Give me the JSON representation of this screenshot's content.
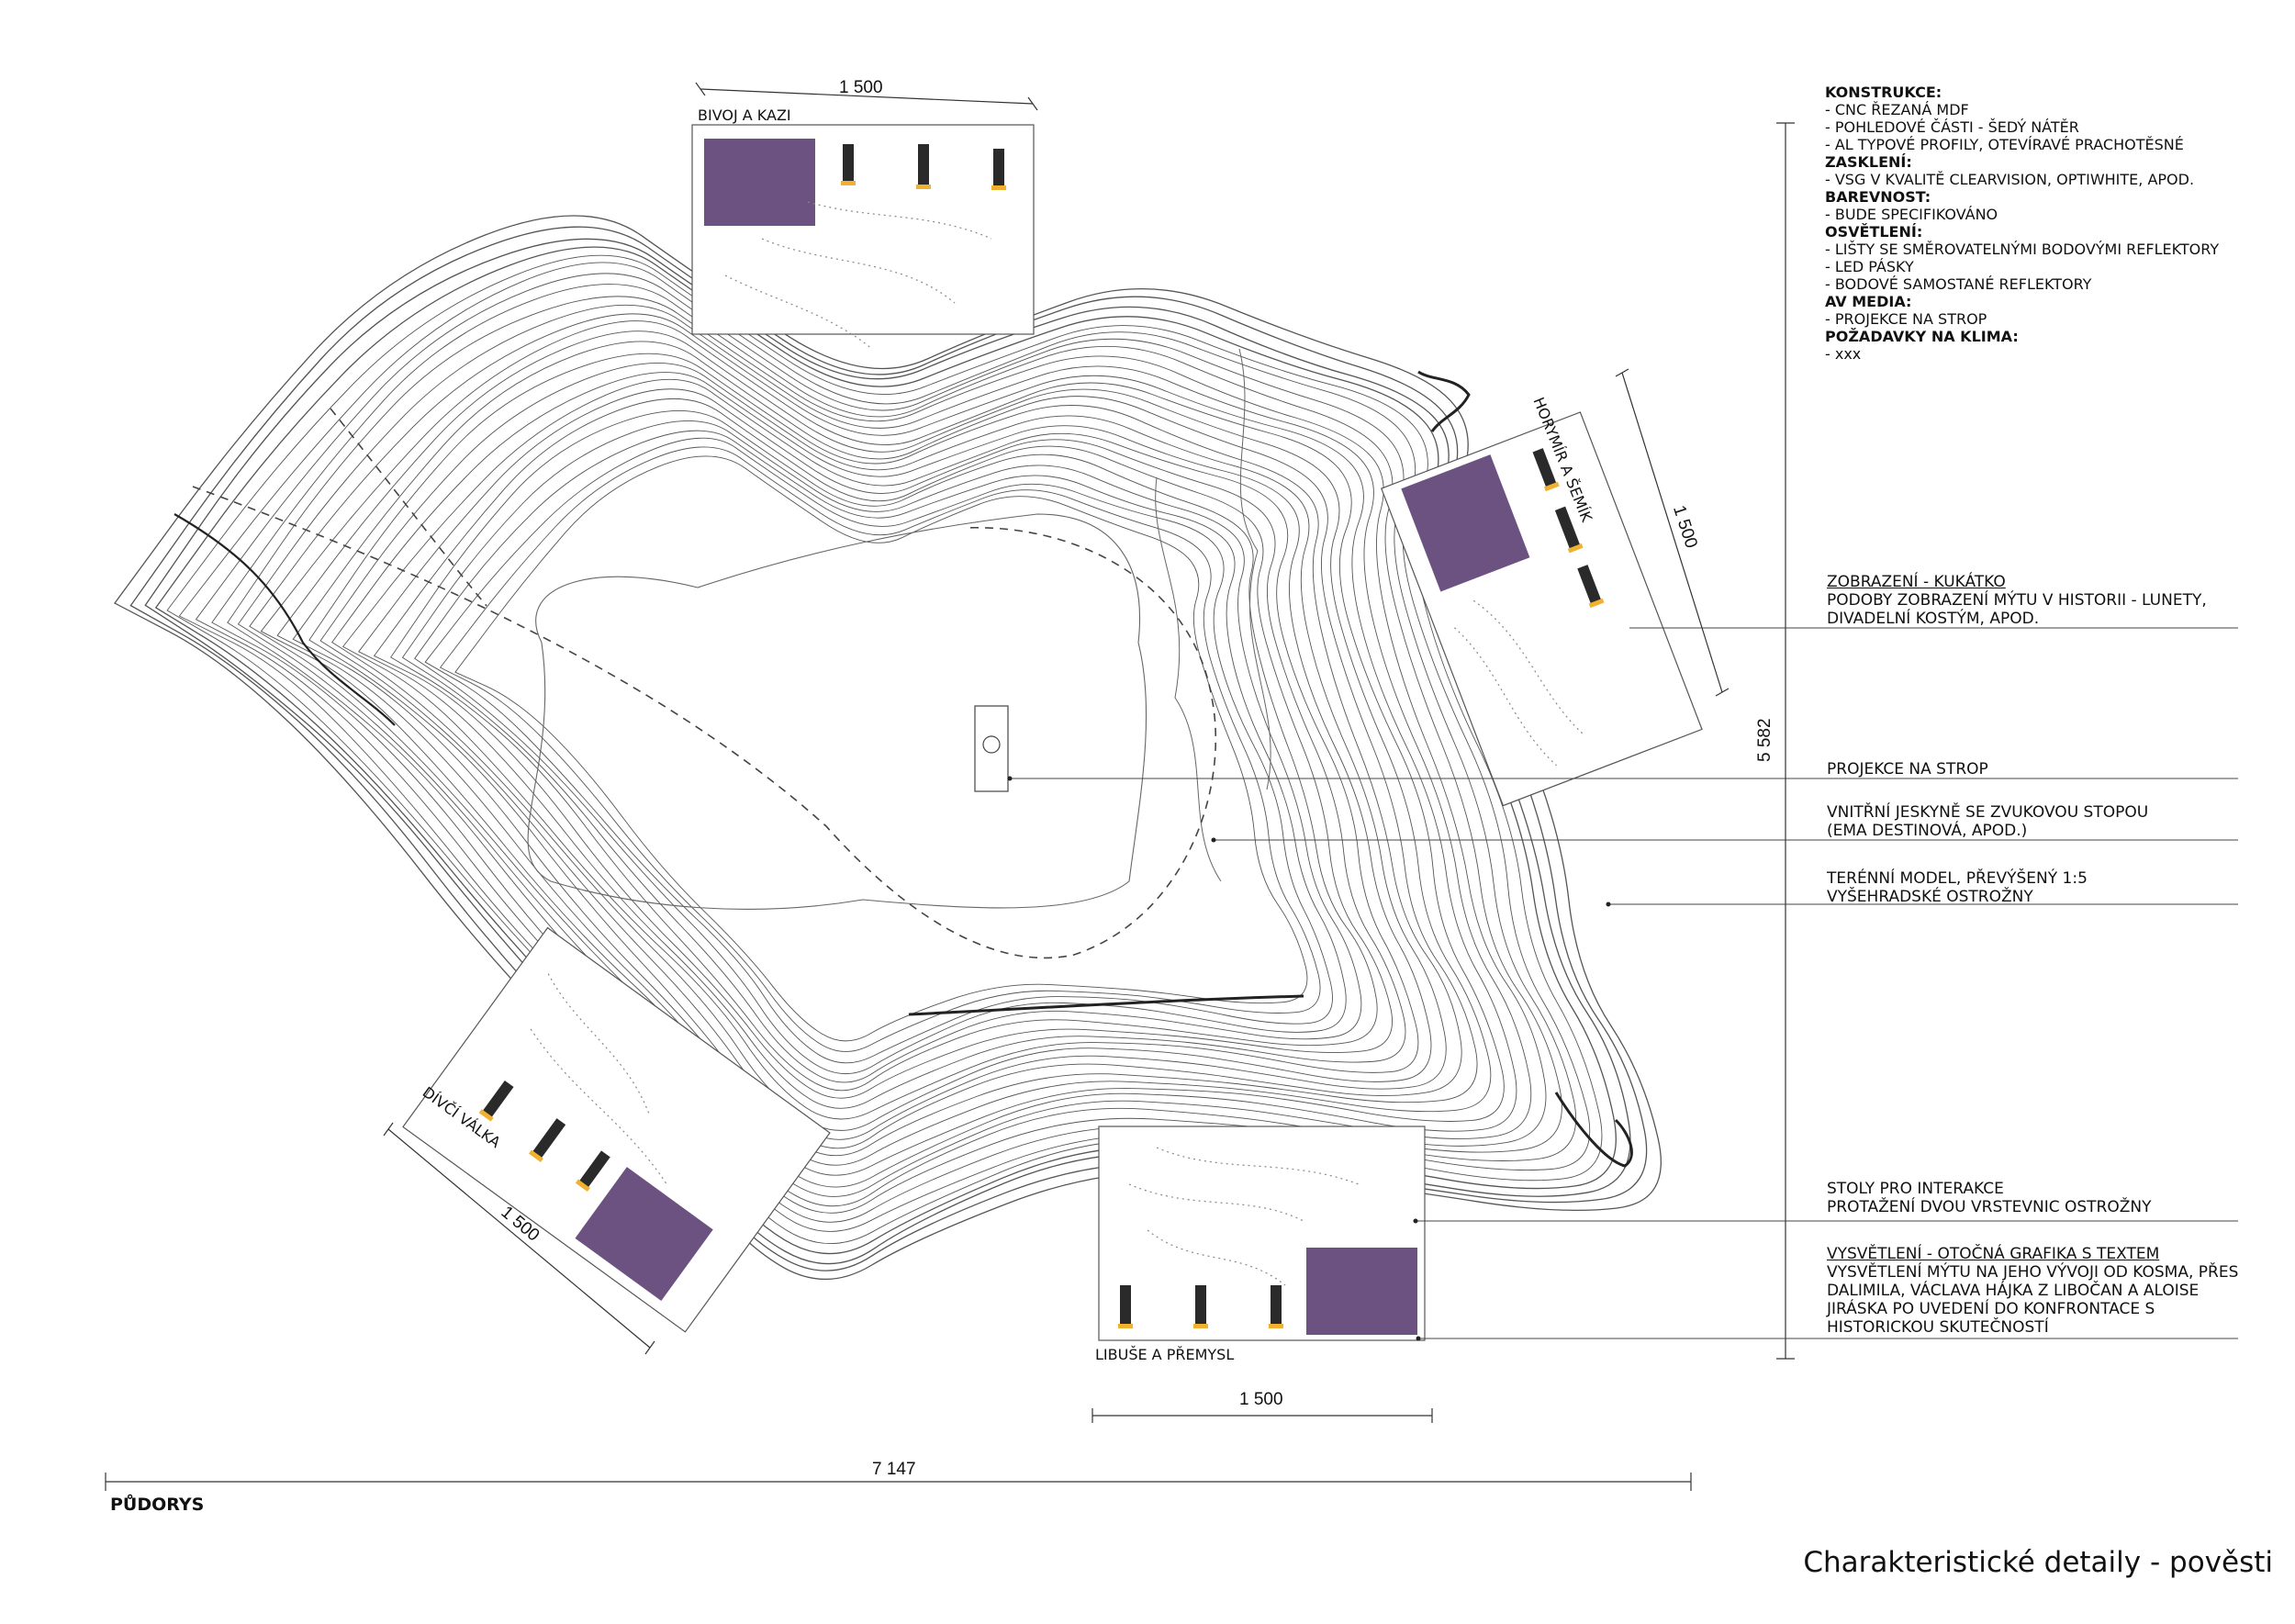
{
  "colors": {
    "accent": "#6b5280",
    "lamp": "#f0b030",
    "device": "#2a2a2a",
    "line": "#555555"
  },
  "spec": [
    {
      "heading": "KONSTRUKCE:",
      "items": [
        "- CNC ŘEZANÁ MDF",
        "- POHLEDOVÉ ČÁSTI - ŠEDÝ NÁTĚR",
        "- AL TYPOVÉ PROFILY, OTEVÍRAVÉ PRACHOTĚSNÉ"
      ]
    },
    {
      "heading": "ZASKLENÍ:",
      "items": [
        "- VSG V KVALITĚ CLEARVISION, OPTIWHITE, APOD."
      ]
    },
    {
      "heading": "BAREVNOST:",
      "items": [
        "- BUDE SPECIFIKOVÁNO"
      ]
    },
    {
      "heading": "OSVĚTLENÍ:",
      "items": [
        "- LIŠTY SE SMĚROVATELNÝMI BODOVÝMI REFLEKTORY",
        "- LED PÁSKY",
        "- BODOVÉ SAMOSTANÉ REFLEKTORY"
      ]
    },
    {
      "heading": "AV MEDIA:",
      "items": [
        "- PROJEKCE NA STROP"
      ]
    },
    {
      "heading": "POŽADAVKY NA KLIMA:",
      "items": [
        "- xxx"
      ]
    }
  ],
  "annotations": {
    "kukatko": {
      "title": "ZOBRAZENÍ - KUKÁTKO",
      "lines": [
        "PODOBY ZOBRAZENÍ MÝTU V HISTORII - LUNETY,",
        "DIVADELNÍ KOSTÝM, APOD."
      ]
    },
    "projekce": {
      "lines": [
        "PROJEKCE NA STROP"
      ]
    },
    "jeskyne": {
      "lines": [
        "VNITŘNÍ JESKYNĚ SE ZVUKOVOU STOPOU",
        "(EMA DESTINOVÁ, APOD.)"
      ]
    },
    "model": {
      "lines": [
        "TERÉNNÍ MODEL, PŘEVÝŠENÝ 1:5",
        "VYŠEHRADSKÉ OSTROŽNY"
      ]
    },
    "stoly": {
      "lines": [
        "STOLY PRO INTERAKCE",
        "PROTAŽENÍ DVOU VRSTEVNIC OSTROŽNY"
      ]
    },
    "vysvetleni": {
      "title": "VYSVĚTLENÍ - OTOČNÁ GRAFIKA S TEXTEM",
      "lines": [
        "VYSVĚTLENÍ MÝTU NA JEHO VÝVOJI OD KOSMA, PŘES",
        "DALIMILA, VÁCLAVA HÁJKA Z LIBOČAN A ALOISE",
        "JIRÁSKA PO UVEDENÍ DO KONFRONTACE S",
        "HISTORICKOU SKUTEČNOSTÍ"
      ]
    }
  },
  "stations": {
    "bivoj": "BIVOJ A KAZI",
    "horymir": "HORYMÍR A ŠEMÍK",
    "divci": "DÍVČÍ VÁLKA",
    "libuse": "LIBUŠE A PŘEMYSL"
  },
  "dimensions": {
    "bivoj": "1 500",
    "horymir": "1 500",
    "divci": "1 500",
    "libuse": "1 500",
    "width": "7 147",
    "height": "5 582"
  },
  "plan_label": "PŮDORYS",
  "sheet_title": "Charakteristické detaily - pověsti"
}
